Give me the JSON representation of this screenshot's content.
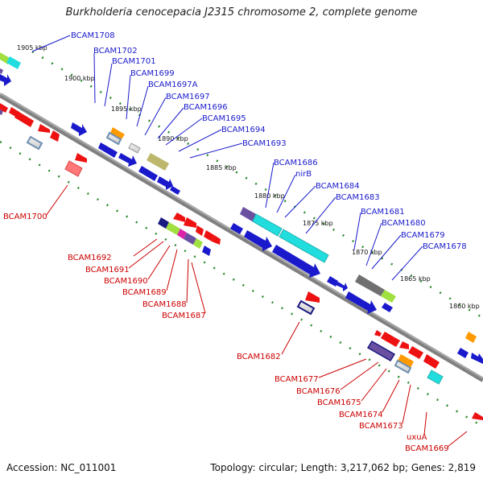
{
  "title": "Burkholderia cenocepacia J2315 chromosome 2, complete genome",
  "accession": "Accession: NC_011001",
  "summary": "Topology: circular; Length: 3,217,062 bp; Genes: 2,819",
  "kbp_ticks": [
    "1905 kbp",
    "1900 kbp",
    "1895 kbp",
    "1890 kbp",
    "1885 kbp",
    "1880 kbp",
    "1875 kbp",
    "1870 kbp",
    "1865 kbp",
    "1860 kbp"
  ],
  "forward_labels": [
    "BCAM1708",
    "BCAM1702",
    "BCAM1701",
    "BCAM1699",
    "BCAM1697A",
    "BCAM1697",
    "BCAM1696",
    "BCAM1695",
    "BCAM1694",
    "BCAM1693",
    "BCAM1686",
    "nirB",
    "BCAM1684",
    "BCAM1683",
    "BCAM1681",
    "BCAM1680",
    "BCAM1679",
    "BCAM1678"
  ],
  "reverse_labels": [
    "BCAM1700",
    "BCAM1692",
    "BCAM1691",
    "BCAM1690",
    "BCAM1689",
    "BCAM1688",
    "BCAM1687",
    "BCAM1682",
    "BCAM1677",
    "BCAM1676",
    "BCAM1675",
    "BCAM1674",
    "BCAM1673",
    "uxuA",
    "BCAM1669"
  ],
  "colors": {
    "forward": "#1a1acc",
    "reverse": "#cc0000",
    "backbone": "#808080",
    "tick": "#2e8b2e",
    "cyan": "#22dddd",
    "purple": "#6a50a0",
    "green": "#a0e040",
    "orange": "#ff9900",
    "khaki": "#bdb76b"
  }
}
